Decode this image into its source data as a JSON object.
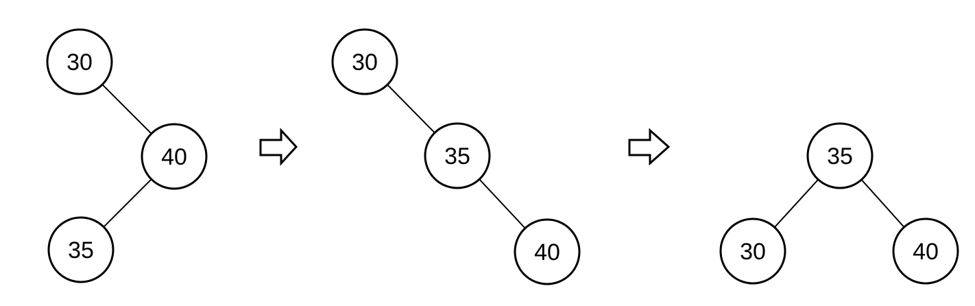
{
  "figure": {
    "background": "#ffffff",
    "stroke_color": "#000000",
    "node_fill": "#ffffff",
    "steps": [
      {
        "nodes": [
          {
            "label": "30"
          },
          {
            "label": "40"
          },
          {
            "label": "35"
          }
        ],
        "edges": [
          "30-40",
          "40-35"
        ]
      },
      {
        "nodes": [
          {
            "label": "30"
          },
          {
            "label": "35"
          },
          {
            "label": "40"
          }
        ],
        "edges": [
          "30-35",
          "35-40"
        ]
      },
      {
        "nodes": [
          {
            "label": "35"
          },
          {
            "label": "30"
          },
          {
            "label": "40"
          }
        ],
        "edges": [
          "35-30",
          "35-40"
        ]
      }
    ],
    "arrows": [
      {
        "glyph": "right-block-arrow"
      },
      {
        "glyph": "right-block-arrow"
      }
    ]
  }
}
